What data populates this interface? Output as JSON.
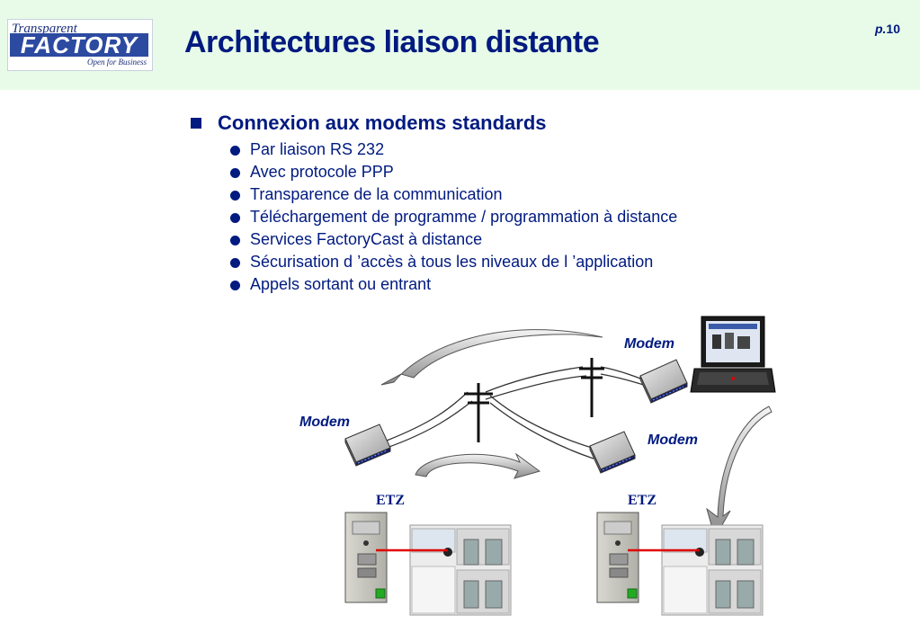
{
  "header": {
    "logo": {
      "line1": "Transparent",
      "line2": "FACTORY",
      "line3": "Open for Business"
    },
    "title": "Architectures liaison distante",
    "page_prefix": "p.",
    "page_number": "10"
  },
  "content": {
    "main_bullet": "Connexion aux modems standards",
    "sub_bullets": [
      "Par liaison RS 232",
      "Avec protocole PPP",
      "Transparence de la communication",
      "Téléchargement de programme / programmation à distance",
      "Services FactoryCast à distance",
      "Sécurisation d ’accès à tous les niveaux de l ’application",
      "Appels sortant ou entrant"
    ]
  },
  "diagram": {
    "modem_left_label": "Modem",
    "modem_center_label": "Modem",
    "modem_top_label": "Modem",
    "etz_left_label": "ETZ",
    "etz_right_label": "ETZ"
  },
  "colors": {
    "header_bg": "#e8fbe8",
    "title": "#001a80",
    "accent": "#2c4aa0",
    "link_line": "#e00000"
  }
}
